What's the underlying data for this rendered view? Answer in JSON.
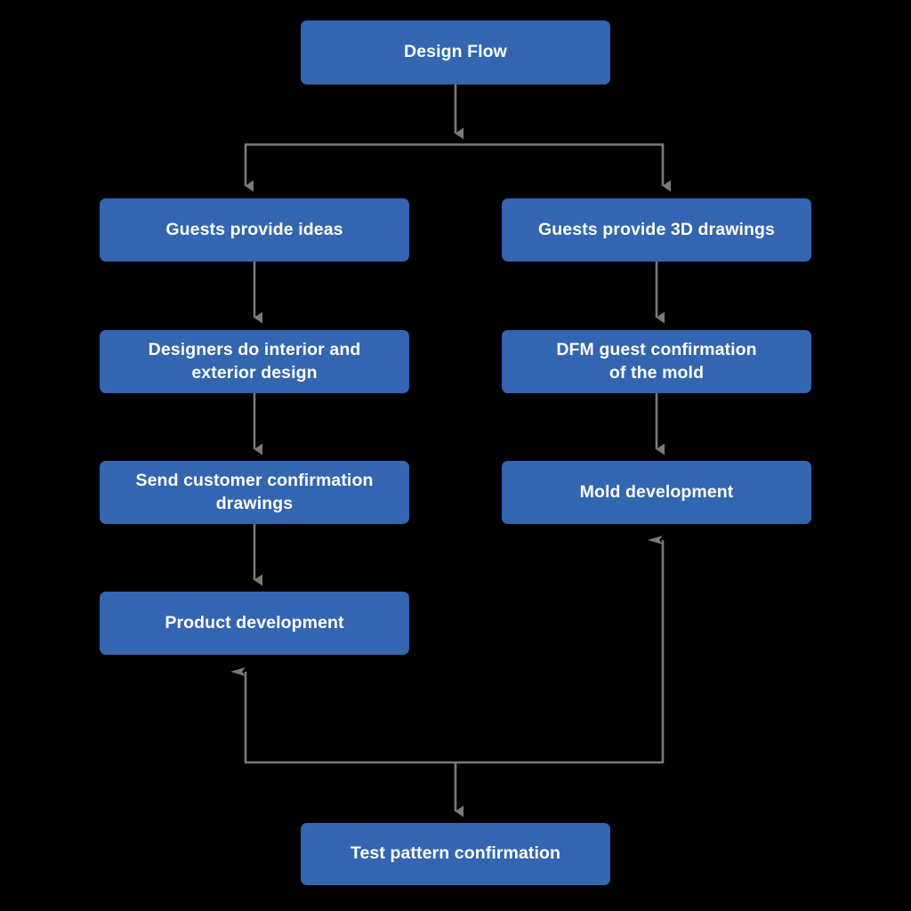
{
  "diagram": {
    "title": "Design Flow",
    "background_color": "#000000",
    "node_color": "#3365B0",
    "node_text_color": "#FFFFFF",
    "connector_color": "#7A7A7A",
    "nodes": [
      {
        "id": "design-flow",
        "label": "Design Flow"
      },
      {
        "id": "guests-ideas",
        "label": "Guests provide ideas"
      },
      {
        "id": "guests-3d",
        "label": "Guests provide 3D drawings"
      },
      {
        "id": "designers-design",
        "label": "Designers do interior and\nexterior design"
      },
      {
        "id": "dfm-confirmation",
        "label": "DFM guest confirmation\nof the mold"
      },
      {
        "id": "send-drawings",
        "label": "Send customer confirmation\ndrawings"
      },
      {
        "id": "mold-development",
        "label": "Mold development"
      },
      {
        "id": "product-development",
        "label": "Product development"
      },
      {
        "id": "test-pattern",
        "label": "Test pattern confirmation"
      }
    ],
    "edges": [
      {
        "from": "design-flow",
        "to": "guests-ideas",
        "style": "split-down"
      },
      {
        "from": "design-flow",
        "to": "guests-3d",
        "style": "split-down"
      },
      {
        "from": "guests-ideas",
        "to": "designers-design",
        "style": "straight-down"
      },
      {
        "from": "guests-3d",
        "to": "dfm-confirmation",
        "style": "straight-down"
      },
      {
        "from": "designers-design",
        "to": "send-drawings",
        "style": "straight-down"
      },
      {
        "from": "dfm-confirmation",
        "to": "mold-development",
        "style": "straight-down"
      },
      {
        "from": "send-drawings",
        "to": "product-development",
        "style": "straight-down"
      },
      {
        "from": "test-pattern",
        "to": "product-development",
        "style": "elbow-up-left"
      },
      {
        "from": "test-pattern",
        "to": "mold-development",
        "style": "elbow-up-right"
      }
    ]
  }
}
